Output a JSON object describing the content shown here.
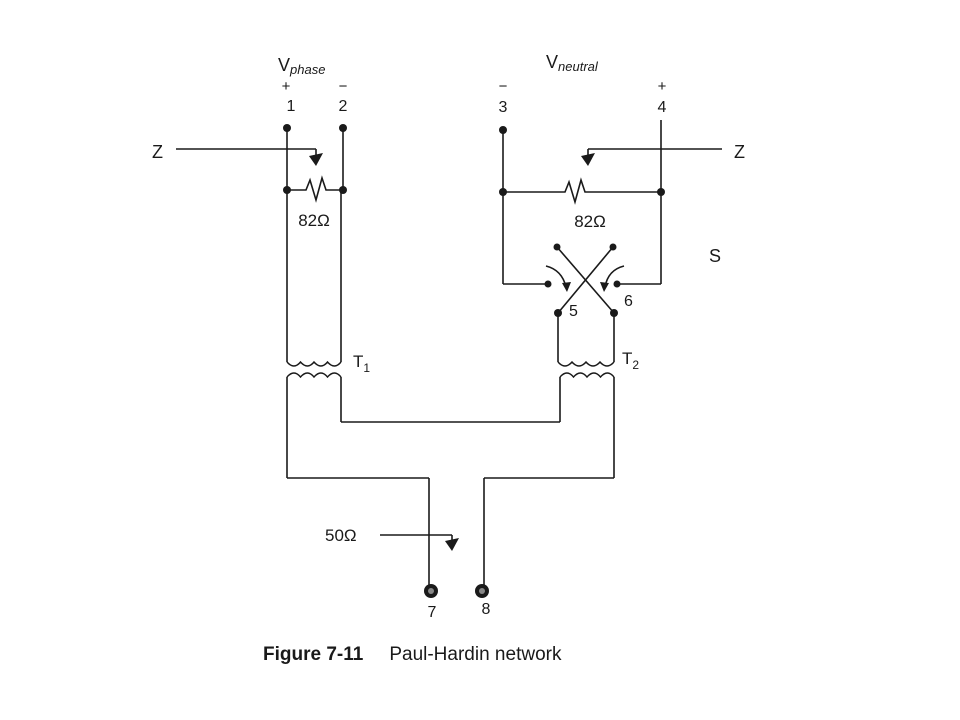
{
  "labels": {
    "v_phase": "V",
    "v_phase_sub": "phase",
    "v_neutral": "V",
    "v_neutral_sub": "neutral",
    "plus_left": "+",
    "minus_left": "−",
    "minus_right": "−",
    "plus_right": "+",
    "t1": "1",
    "t2": "2",
    "t3": "3",
    "t4": "4",
    "t5": "5",
    "t6": "6",
    "t7": "7",
    "t8": "8",
    "z_left": "Z",
    "z_right": "Z",
    "r_left": "82Ω",
    "r_right": "82Ω",
    "s": "S",
    "tr1": "T",
    "tr1_sub": "1",
    "tr2": "T",
    "tr2_sub": "2",
    "r_out": "50Ω"
  },
  "caption": {
    "figure": "Figure 7-11",
    "title": "Paul-Hardin network"
  }
}
